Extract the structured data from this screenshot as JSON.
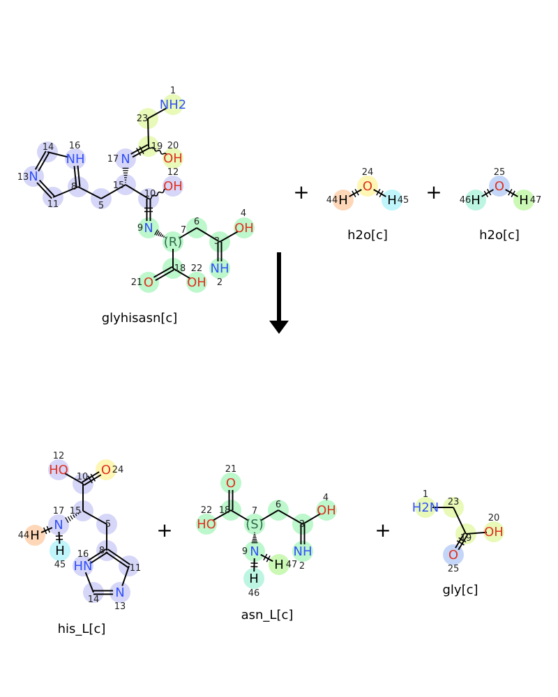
{
  "reaction": {
    "plus_sign": "+",
    "reactants": [
      {
        "name": "glyhisasn[c]",
        "atoms": [
          {
            "num": "1",
            "label": "NH2"
          },
          {
            "num": "23",
            "label": ""
          },
          {
            "num": "19",
            "label": ""
          },
          {
            "num": "20",
            "label": "OH"
          },
          {
            "num": "17",
            "label": "N"
          },
          {
            "num": "14",
            "label": ""
          },
          {
            "num": "16",
            "label": "NH"
          },
          {
            "num": "13",
            "label": "N"
          },
          {
            "num": "11",
            "label": ""
          },
          {
            "num": "8",
            "label": ""
          },
          {
            "num": "5",
            "label": ""
          },
          {
            "num": "15",
            "label": ""
          },
          {
            "num": "10",
            "label": ""
          },
          {
            "num": "12",
            "label": "OH"
          },
          {
            "num": "9",
            "label": "N"
          },
          {
            "num": "7",
            "label": "(R)"
          },
          {
            "num": "6",
            "label": ""
          },
          {
            "num": "3",
            "label": ""
          },
          {
            "num": "4",
            "label": "OH"
          },
          {
            "num": "2",
            "label": "NH"
          },
          {
            "num": "18",
            "label": ""
          },
          {
            "num": "21",
            "label": "O"
          },
          {
            "num": "22",
            "label": "OH"
          }
        ]
      },
      {
        "name": "h2o[c]",
        "atoms": [
          {
            "num": "44",
            "label": "H"
          },
          {
            "num": "24",
            "label": "O"
          },
          {
            "num": "45",
            "label": "H"
          }
        ]
      },
      {
        "name": "h2o[c]",
        "atoms": [
          {
            "num": "46",
            "label": "H"
          },
          {
            "num": "25",
            "label": "O"
          },
          {
            "num": "47",
            "label": "H"
          }
        ]
      }
    ],
    "products": [
      {
        "name": "his_L[c]",
        "atoms": [
          {
            "num": "12",
            "label": "HO"
          },
          {
            "num": "24",
            "label": "O"
          },
          {
            "num": "10",
            "label": ""
          },
          {
            "num": "15",
            "label": ""
          },
          {
            "num": "17",
            "label": "N"
          },
          {
            "num": "44",
            "label": "H"
          },
          {
            "num": "45",
            "label": "H"
          },
          {
            "num": "5",
            "label": ""
          },
          {
            "num": "8",
            "label": ""
          },
          {
            "num": "16",
            "label": "HN"
          },
          {
            "num": "11",
            "label": ""
          },
          {
            "num": "14",
            "label": ""
          },
          {
            "num": "13",
            "label": "N"
          }
        ]
      },
      {
        "name": "asn_L[c]",
        "atoms": [
          {
            "num": "21",
            "label": "O"
          },
          {
            "num": "18",
            "label": ""
          },
          {
            "num": "22",
            "label": "HO"
          },
          {
            "num": "7",
            "label": "(S)"
          },
          {
            "num": "6",
            "label": ""
          },
          {
            "num": "3",
            "label": ""
          },
          {
            "num": "4",
            "label": "OH"
          },
          {
            "num": "2",
            "label": "NH"
          },
          {
            "num": "9",
            "label": "N"
          },
          {
            "num": "47",
            "label": "H"
          },
          {
            "num": "46",
            "label": "H"
          }
        ]
      },
      {
        "name": "gly[c]",
        "atoms": [
          {
            "num": "1",
            "label": "H2N"
          },
          {
            "num": "23",
            "label": ""
          },
          {
            "num": "19",
            "label": ""
          },
          {
            "num": "20",
            "label": "OH"
          },
          {
            "num": "25",
            "label": "O"
          }
        ]
      }
    ]
  },
  "colors": {
    "yellowgreen": "#e8f9b8",
    "lavender": "#d6d6f8",
    "green": "#bdf7cc",
    "orange": "#fdd7b8",
    "yellow": "#fdf6b4",
    "cyan": "#bff5fb",
    "mint": "#bcf5e2",
    "blue": "#c4d6f8",
    "lightgreen": "#cbf8b4",
    "nitrogen": "#3050f8",
    "oxygen": "#e0301e",
    "bond": "#000000"
  }
}
